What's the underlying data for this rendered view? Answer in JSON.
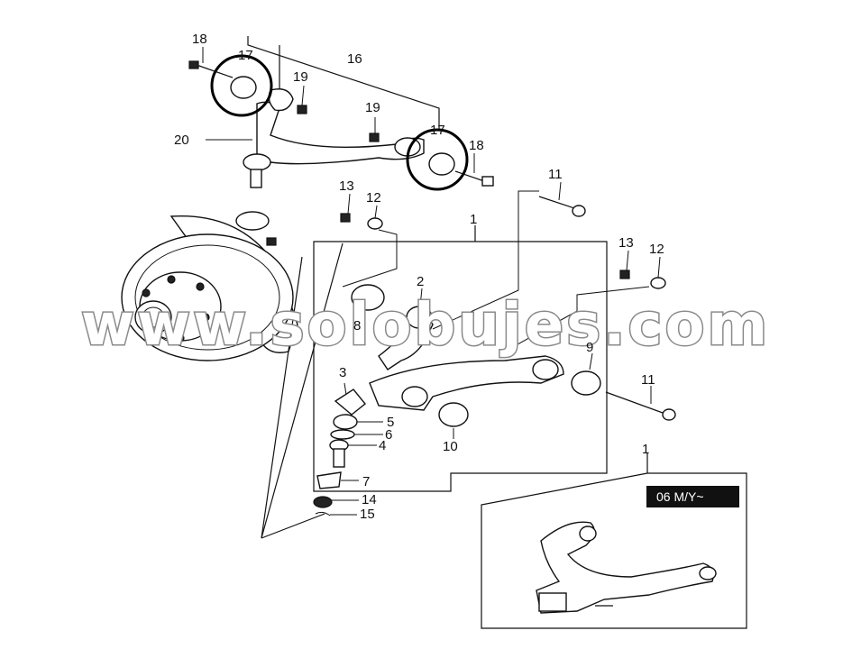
{
  "labels": {
    "l1_top": "1",
    "l1_inset": "1",
    "l2": "2",
    "l3": "3",
    "l4": "4",
    "l5": "5",
    "l6": "6",
    "l7": "7",
    "l8": "8",
    "l9": "9",
    "l10": "10",
    "l11_top": "11",
    "l11_bottom": "11",
    "l12_left": "12",
    "l12_right": "12",
    "l13_left": "13",
    "l13_right": "13",
    "l14": "14",
    "l15": "15",
    "l16": "16",
    "l17_left": "17",
    "l17_right": "17",
    "l18_left": "18",
    "l18_right": "18",
    "l19_left": "19",
    "l19_right": "19",
    "l20": "20"
  },
  "inset": {
    "badge": "06 M/Y~"
  },
  "watermark": "www.solobujes.com",
  "colors": {
    "ink": "#111111",
    "watermark_stroke": "#8a8a8a",
    "badge_bg": "#111111"
  }
}
